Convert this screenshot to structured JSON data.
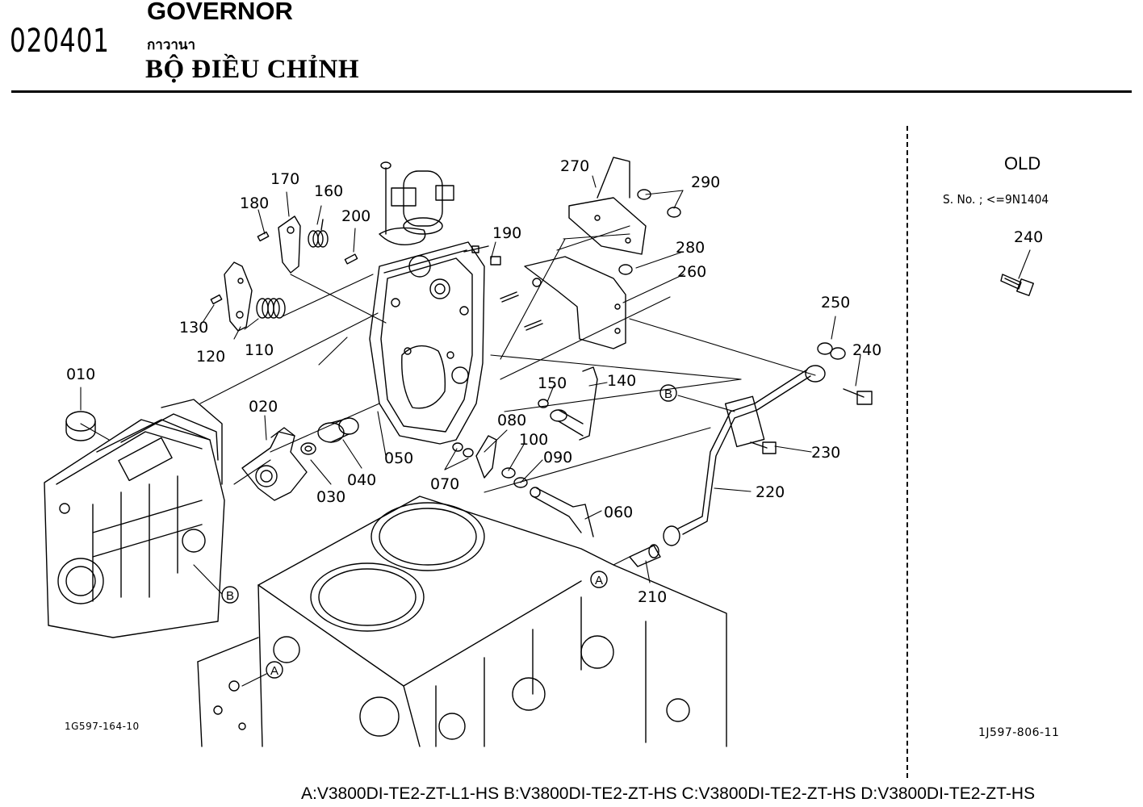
{
  "header": {
    "page_code": "020401",
    "title_en": "GOVERNOR",
    "title_th": "กาวานา",
    "title_vi": "BỘ ĐIỀU CHỈNH"
  },
  "side_panel": {
    "label": "OLD",
    "serial": "S. No. ; <=9N1404",
    "part": "240",
    "ref": "1J597-806-11"
  },
  "main": {
    "ref": "1G597-164-10",
    "parts": [
      "010",
      "020",
      "030",
      "040",
      "050",
      "060",
      "070",
      "080",
      "090",
      "100",
      "110",
      "120",
      "130",
      "140",
      "150",
      "160",
      "170",
      "180",
      "190",
      "200",
      "210",
      "220",
      "230",
      "240",
      "250",
      "260",
      "270",
      "280",
      "290"
    ],
    "circle_labels": {
      "a": "A",
      "b": "B"
    }
  },
  "footer": {
    "models": "A:V3800DI-TE2-ZT-L1-HS B:V3800DI-TE2-ZT-HS C:V3800DI-TE2-ZT-HS D:V3800DI-TE2-ZT-HS"
  }
}
